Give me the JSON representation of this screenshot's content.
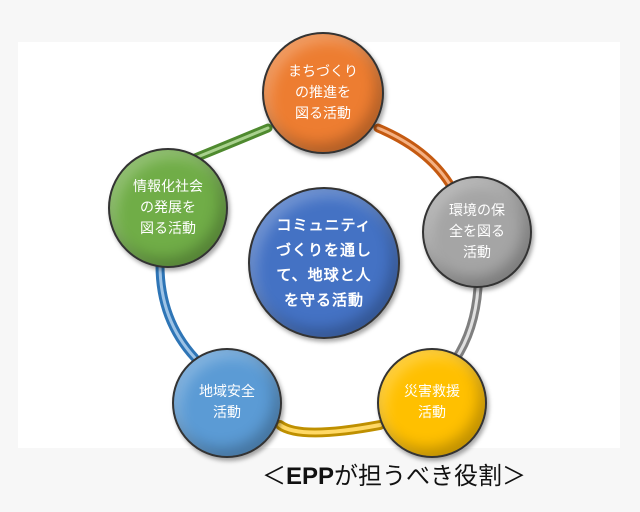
{
  "diagram": {
    "center": {
      "label": "コミュニティ\nづくりを通し\nて、地球と人\nを守る活動",
      "color": "#4472c4"
    },
    "nodes": [
      {
        "label": "まちづくり\nの推進を\n図る活動",
        "color": "#ed7d31"
      },
      {
        "label": "環境の保\n全を図る\n活動",
        "color": "#a5a5a5"
      },
      {
        "label": "災害救援\n活動",
        "color": "#ffc000"
      },
      {
        "label": "地域安全\n活動",
        "color": "#5b9bd5"
      },
      {
        "label": "情報化社会\nの発展を\n図る活動",
        "color": "#70ad47"
      }
    ]
  },
  "caption": {
    "open": "＜",
    "bold": "EPP",
    "rest": "が担うべき役割",
    "close": "＞"
  }
}
